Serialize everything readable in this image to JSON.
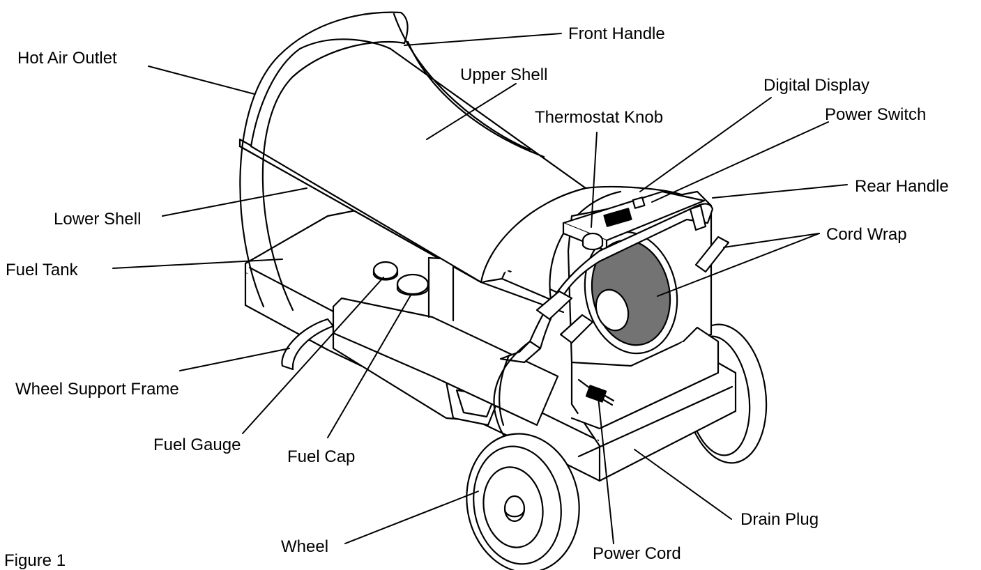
{
  "figure_caption": "Figure 1",
  "labels": {
    "hot_air_outlet": "Hot Air Outlet",
    "front_handle": "Front Handle",
    "upper_shell": "Upper Shell",
    "digital_display": "Digital Display",
    "thermostat_knob": "Thermostat Knob",
    "power_switch": "Power Switch",
    "rear_handle": "Rear Handle",
    "lower_shell": "Lower Shell",
    "cord_wrap": "Cord Wrap",
    "fuel_tank": "Fuel Tank",
    "wheel_support_frame": "Wheel Support Frame",
    "fuel_gauge": "Fuel Gauge",
    "fuel_cap": "Fuel Cap",
    "drain_plug": "Drain Plug",
    "wheel": "Wheel",
    "power_cord": "Power Cord"
  },
  "colors": {
    "ink": "#000000",
    "paper": "#ffffff"
  }
}
